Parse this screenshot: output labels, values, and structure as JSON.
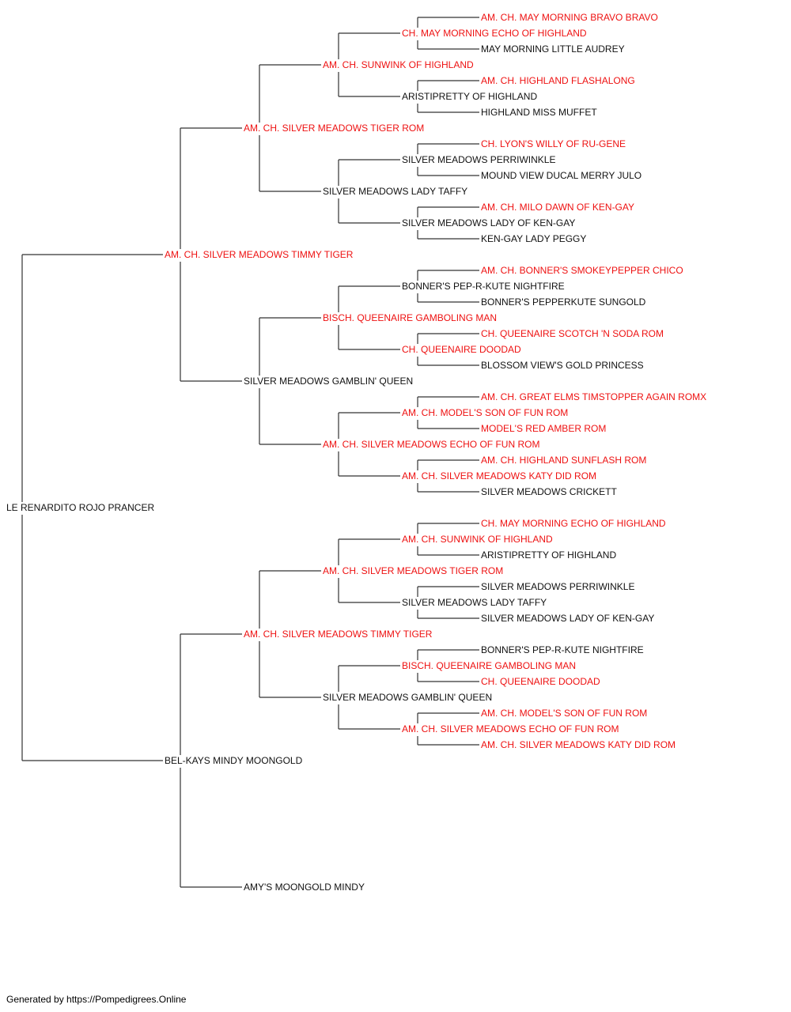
{
  "colors": {
    "champion": "#ee1111",
    "regular": "#111111",
    "line": "#333333"
  },
  "pedigree": {
    "name": "LE RENARDITO ROJO PRANCER",
    "champion": false,
    "sire": {
      "name": "AM. CH. SILVER MEADOWS TIMMY TIGER",
      "champion": true,
      "sire": {
        "name": "AM. CH. SILVER MEADOWS TIGER ROM",
        "champion": true,
        "sire": {
          "name": "AM. CH. SUNWINK OF HIGHLAND",
          "champion": true,
          "sire": {
            "name": "CH. MAY MORNING ECHO OF HIGHLAND",
            "champion": true,
            "sire": {
              "name": "AM. CH. MAY MORNING BRAVO BRAVO",
              "champion": true
            },
            "dam": {
              "name": "MAY MORNING LITTLE AUDREY",
              "champion": false
            }
          },
          "dam": {
            "name": "ARISTIPRETTY OF HIGHLAND",
            "champion": false,
            "sire": {
              "name": "AM. CH. HIGHLAND FLASHALONG",
              "champion": true
            },
            "dam": {
              "name": "HIGHLAND MISS MUFFET",
              "champion": false
            }
          }
        },
        "dam": {
          "name": "SILVER MEADOWS LADY TAFFY",
          "champion": false,
          "sire": {
            "name": "SILVER MEADOWS PERRIWINKLE",
            "champion": false,
            "sire": {
              "name": "CH. LYON'S WILLY OF RU-GENE",
              "champion": true
            },
            "dam": {
              "name": "MOUND VIEW DUCAL MERRY JULO",
              "champion": false
            }
          },
          "dam": {
            "name": "SILVER MEADOWS LADY OF KEN-GAY",
            "champion": false,
            "sire": {
              "name": "AM. CH. MILO DAWN OF KEN-GAY",
              "champion": true
            },
            "dam": {
              "name": "KEN-GAY LADY PEGGY",
              "champion": false
            }
          }
        }
      },
      "dam": {
        "name": "SILVER MEADOWS GAMBLIN' QUEEN",
        "champion": false,
        "sire": {
          "name": "BISCH. QUEENAIRE GAMBOLING MAN",
          "champion": true,
          "sire": {
            "name": "BONNER'S PEP-R-KUTE NIGHTFIRE",
            "champion": false,
            "sire": {
              "name": "AM. CH. BONNER'S SMOKEYPEPPER CHICO",
              "champion": true
            },
            "dam": {
              "name": "BONNER'S PEPPERKUTE SUNGOLD",
              "champion": false
            }
          },
          "dam": {
            "name": "CH. QUEENAIRE DOODAD",
            "champion": true,
            "sire": {
              "name": "CH. QUEENAIRE SCOTCH 'N SODA ROM",
              "champion": true
            },
            "dam": {
              "name": "BLOSSOM VIEW'S GOLD PRINCESS",
              "champion": false
            }
          }
        },
        "dam": {
          "name": "AM. CH. SILVER MEADOWS ECHO OF FUN ROM",
          "champion": true,
          "sire": {
            "name": "AM. CH. MODEL'S SON OF FUN ROM",
            "champion": true,
            "sire": {
              "name": "AM. CH. GREAT ELMS TIMSTOPPER AGAIN ROMX",
              "champion": true
            },
            "dam": {
              "name": "MODEL'S RED AMBER ROM",
              "champion": true
            }
          },
          "dam": {
            "name": "AM. CH. SILVER MEADOWS KATY DID ROM",
            "champion": true,
            "sire": {
              "name": "AM. CH. HIGHLAND SUNFLASH ROM",
              "champion": true
            },
            "dam": {
              "name": "SILVER MEADOWS CRICKETT",
              "champion": false
            }
          }
        }
      }
    },
    "dam": {
      "name": "BEL-KAYS MINDY MOONGOLD",
      "champion": false,
      "sire": {
        "name": "AM. CH. SILVER MEADOWS TIMMY TIGER",
        "champion": true,
        "sire": {
          "name": "AM. CH. SILVER MEADOWS TIGER ROM",
          "champion": true,
          "sire": {
            "name": "AM. CH. SUNWINK OF HIGHLAND",
            "champion": true,
            "sire": {
              "name": "CH. MAY MORNING ECHO OF HIGHLAND",
              "champion": true
            },
            "dam": {
              "name": "ARISTIPRETTY OF HIGHLAND",
              "champion": false
            }
          },
          "dam": {
            "name": "SILVER MEADOWS LADY TAFFY",
            "champion": false,
            "sire": {
              "name": "SILVER MEADOWS PERRIWINKLE",
              "champion": false
            },
            "dam": {
              "name": "SILVER MEADOWS LADY OF KEN-GAY",
              "champion": false
            }
          }
        },
        "dam": {
          "name": "SILVER MEADOWS GAMBLIN' QUEEN",
          "champion": false,
          "sire": {
            "name": "BISCH. QUEENAIRE GAMBOLING MAN",
            "champion": true,
            "sire": {
              "name": "BONNER'S PEP-R-KUTE NIGHTFIRE",
              "champion": false
            },
            "dam": {
              "name": "CH. QUEENAIRE DOODAD",
              "champion": true
            }
          },
          "dam": {
            "name": "AM. CH. SILVER MEADOWS ECHO OF FUN ROM",
            "champion": true,
            "sire": {
              "name": "AM. CH. MODEL'S SON OF FUN ROM",
              "champion": true
            },
            "dam": {
              "name": "AM. CH. SILVER MEADOWS KATY DID ROM",
              "champion": true
            }
          }
        }
      },
      "dam": {
        "name": "AMY'S MOONGOLD MINDY",
        "champion": false
      }
    }
  },
  "footer": {
    "text": "Generated by https://Pompedigrees.Online"
  }
}
